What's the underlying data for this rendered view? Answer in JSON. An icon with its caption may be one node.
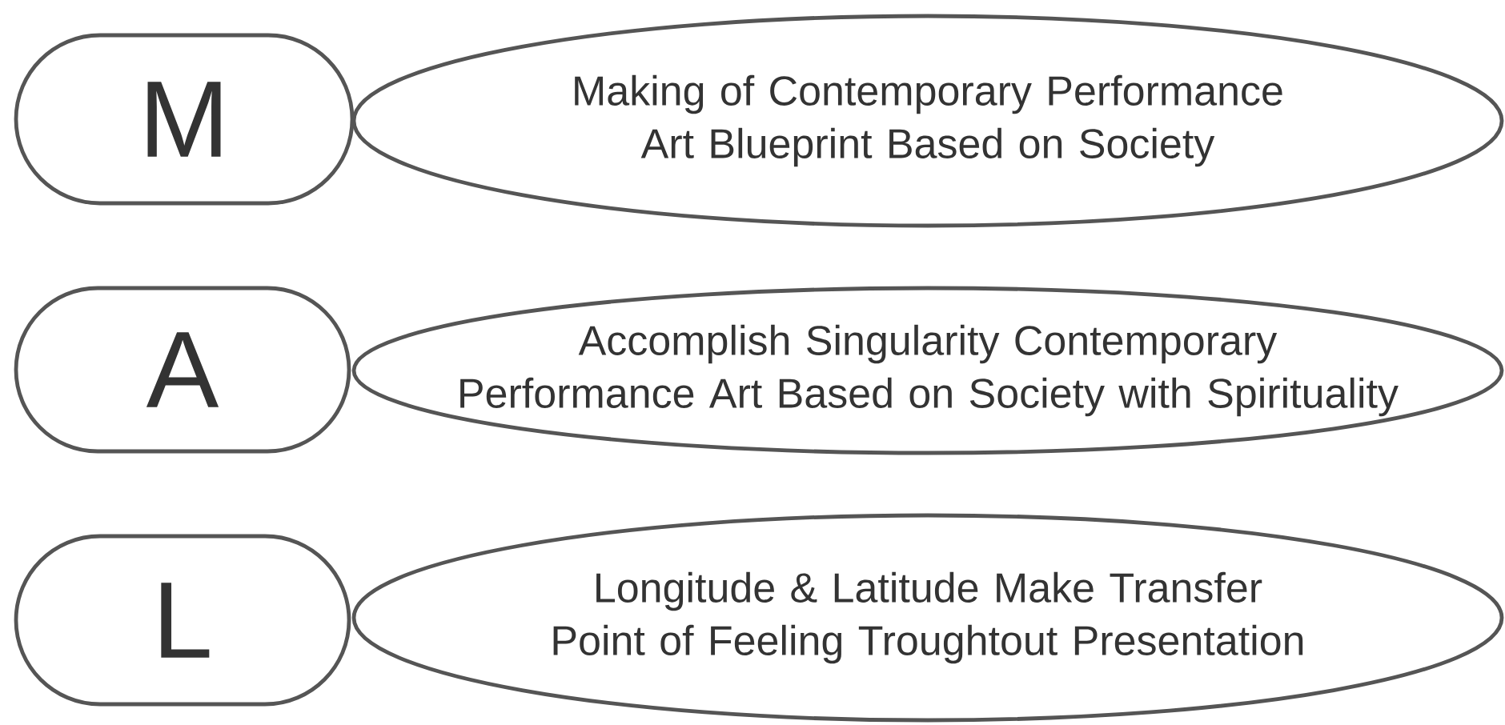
{
  "diagram": {
    "nodes": [
      {
        "text": [
          "M"
        ]
      },
      {
        "text": [
          "Making of Contemporary Performance Art Blueprint Based on Society"
        ]
      },
      {
        "text": [
          "A"
        ]
      },
      {
        "text": [
          "Accomplish Singularity Contemporary Performance Art Based on Society with Spirituality"
        ]
      },
      {
        "text": [
          "L"
        ]
      },
      {
        "text": [
          "Longitude & Latitude Make Transfer Point of Feeling Troughtout Presentation"
        ]
      }
    ]
  }
}
